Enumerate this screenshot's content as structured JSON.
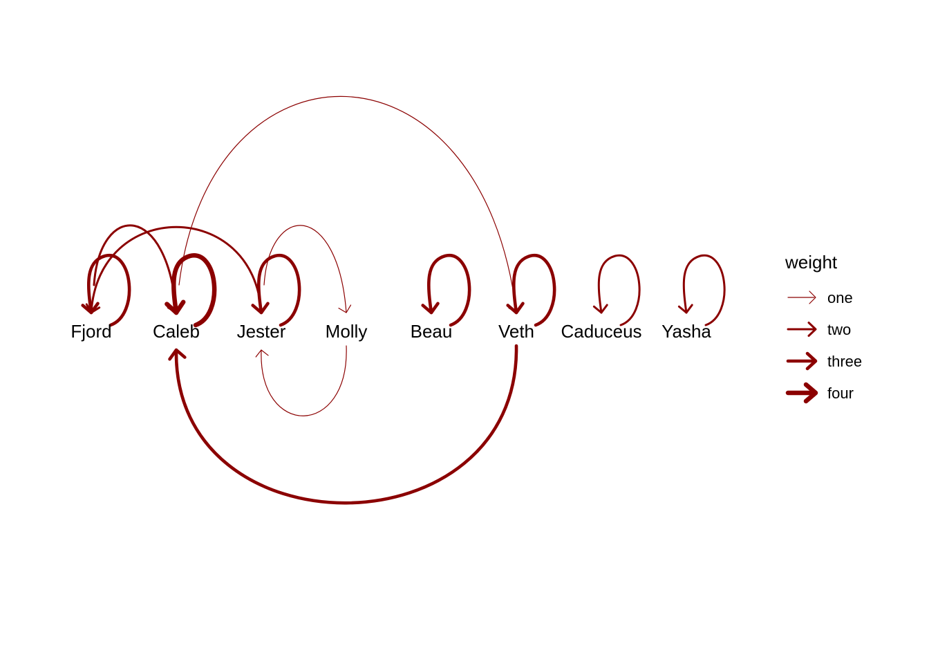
{
  "edge_color": "#8B0000",
  "background": "#FFFFFF",
  "nodes": [
    "Fjord",
    "Caleb",
    "Jester",
    "Molly",
    "Beau",
    "Veth",
    "Caduceus",
    "Yasha"
  ],
  "legend": {
    "title": "weight",
    "items": [
      {
        "label": "one",
        "weight": 1
      },
      {
        "label": "two",
        "weight": 2
      },
      {
        "label": "three",
        "weight": 3
      },
      {
        "label": "four",
        "weight": 4
      }
    ]
  },
  "edges": [
    {
      "from": "Fjord",
      "to": "Fjord",
      "weight": 3
    },
    {
      "from": "Caleb",
      "to": "Caleb",
      "weight": 4
    },
    {
      "from": "Jester",
      "to": "Jester",
      "weight": 3
    },
    {
      "from": "Beau",
      "to": "Beau",
      "weight": 3
    },
    {
      "from": "Veth",
      "to": "Veth",
      "weight": 3
    },
    {
      "from": "Caduceus",
      "to": "Caduceus",
      "weight": 2
    },
    {
      "from": "Yasha",
      "to": "Yasha",
      "weight": 2
    },
    {
      "from": "Fjord",
      "to": "Caleb",
      "weight": 2
    },
    {
      "from": "Jester",
      "to": "Fjord",
      "weight": 2
    },
    {
      "from": "Jester",
      "to": "Molly",
      "weight": 1
    },
    {
      "from": "Molly",
      "to": "Jester",
      "weight": 1
    },
    {
      "from": "Caleb",
      "to": "Veth",
      "weight": 1
    },
    {
      "from": "Veth",
      "to": "Caleb",
      "weight": 3
    }
  ]
}
